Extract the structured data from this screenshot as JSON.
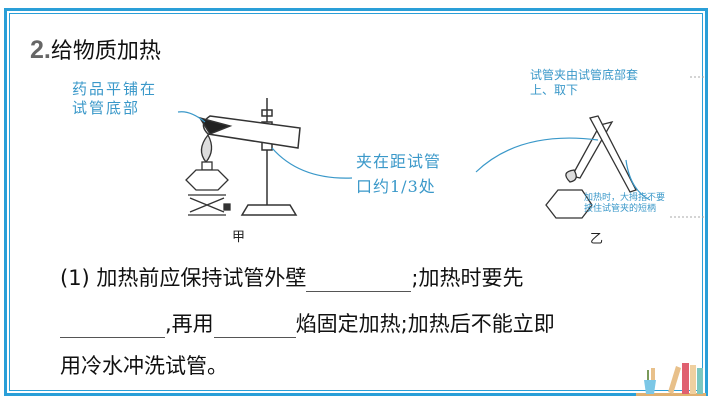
{
  "title": {
    "number": "2.",
    "text": "给物质加热"
  },
  "annotations": {
    "left_line1": "药品平铺在",
    "left_line2": "试管底部",
    "middle_line1": "夹在距试管",
    "middle_line2": "口约1/3处",
    "right_top_line1": "试管夹由试管底部套",
    "right_top_line2": "上、取下",
    "right_bottom_line1": "加热时，大拇指不要",
    "right_bottom_line2": "按住试管夹的短柄"
  },
  "figure_labels": {
    "left": "甲",
    "right": "乙"
  },
  "question": {
    "part1": "(1) 加热前应保持试管外壁",
    "part2": ";加热时要先",
    "part3": ",再用",
    "part4": "焰固定加热;加热后不能立即",
    "part5": "用冷水冲洗试管。"
  },
  "colors": {
    "frame": "#2a9fd8",
    "note": "#3a98c9"
  }
}
